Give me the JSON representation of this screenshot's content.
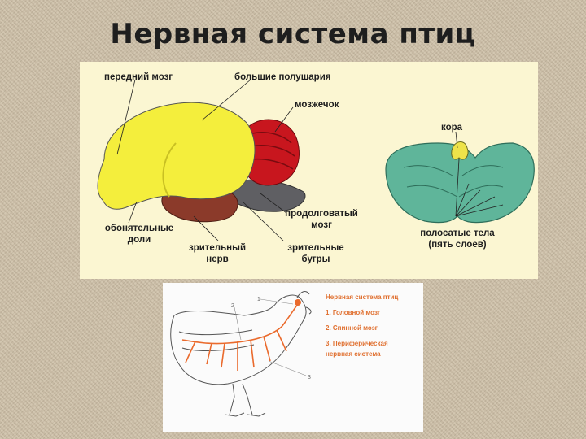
{
  "slide": {
    "title": "Нервная система птиц"
  },
  "brain": {
    "labels": {
      "forebrain": "передний мозг",
      "hemispheres": "большие полушария",
      "cerebellum": "мозжечок",
      "cortex": "кора",
      "olfactory_1": "обонятельные",
      "olfactory_2": "доли",
      "optic_nerve_1": "зрительный",
      "optic_nerve_2": "нерв",
      "medulla_1": "продолговатый",
      "medulla_2": "мозг",
      "optic_lobes_1": "зрительные",
      "optic_lobes_2": "бугры",
      "striate_1": "полосатые тела",
      "striate_2": "(пять слоев)"
    },
    "colors": {
      "hemispheres": "#f4ee3c",
      "cerebellum": "#c8161e",
      "medulla": "#5f5f63",
      "optic": "#8b3a2a",
      "cross_section": "#5fb59a",
      "panel": "#fbf6d2"
    }
  },
  "bird": {
    "legend": {
      "title": "Нервная система птиц",
      "item1": "1. Головной мозг",
      "item2": "2. Спинной мозг",
      "item3": "3. Периферическая",
      "item3b": "нервная система"
    },
    "markers": {
      "m1": "1",
      "m2": "2",
      "m3": "3"
    },
    "colors": {
      "nerves": "#ea6a2c"
    }
  }
}
